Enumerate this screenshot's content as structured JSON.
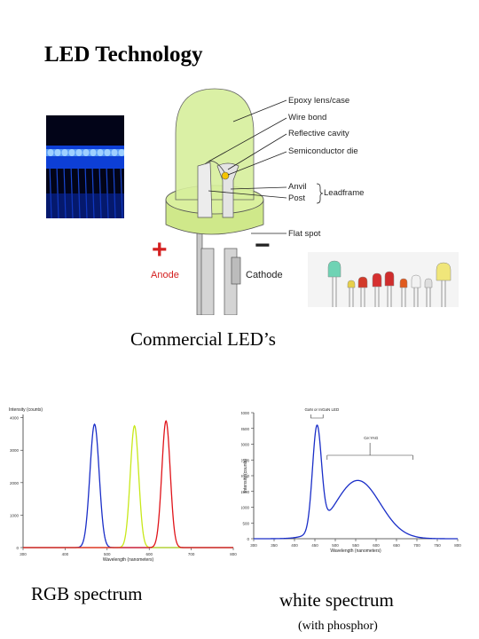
{
  "slide": {
    "title": "LED Technology",
    "caption_commercial": "Commercial LED’s",
    "caption_rgb": "RGB spectrum",
    "caption_white": "white spectrum",
    "caption_white_note": "(with phosphor)"
  },
  "led_diagram": {
    "labels": {
      "epoxy": "Epoxy lens/case",
      "wire_bond": "Wire bond",
      "reflective": "Reflective cavity",
      "die": "Semiconductor die",
      "anvil": "Anvil",
      "post": "Post",
      "leadframe": "Leadframe",
      "flat_spot": "Flat spot",
      "anode": "Anode",
      "cathode": "Cathode",
      "plus": "+",
      "minus": "−"
    },
    "colors": {
      "lens": "#d7ef9c",
      "lead": "#b0b0b0",
      "anode_red": "#d42020"
    }
  },
  "chart_data": [
    {
      "type": "line",
      "title": "",
      "ylabel": "Intensity (counts)",
      "xlabel": "Wavelength (nanometers)",
      "y_ticks": [
        "4000",
        "3000",
        "2000",
        "1000",
        "0"
      ],
      "x_ticks": [
        "300",
        "400",
        "500",
        "600",
        "700",
        "800"
      ],
      "ylim": [
        0,
        4100
      ],
      "xlim": [
        300,
        800
      ],
      "series": [
        {
          "color": "#1a2ec8",
          "center": 470,
          "peak": 3800,
          "width": 11
        },
        {
          "color": "#c8e81a",
          "center": 565,
          "peak": 3750,
          "width": 10
        },
        {
          "color": "#e0141a",
          "center": 640,
          "peak": 3900,
          "width": 10
        }
      ]
    },
    {
      "type": "line",
      "title": "",
      "ylabel": "Intensity (counts)",
      "xlabel": "Wavelength (nanometers)",
      "annotations": [
        "GaN or InGaN LED",
        "Ce:YAG"
      ],
      "y_ticks": [
        "4000",
        "3500",
        "3000",
        "2500",
        "2000",
        "1500",
        "1000",
        "500",
        "0"
      ],
      "x_ticks": [
        "300",
        "350",
        "400",
        "450",
        "500",
        "550",
        "600",
        "650",
        "700",
        "750",
        "800"
      ],
      "ylim": [
        0,
        4000
      ],
      "xlim": [
        300,
        800
      ],
      "series": [
        {
          "color": "#1a2ec8",
          "components": [
            {
              "center": 455,
              "peak": 3250,
              "width": 11
            },
            {
              "center": 555,
              "peak": 1850,
              "width": 55
            }
          ]
        }
      ]
    }
  ]
}
